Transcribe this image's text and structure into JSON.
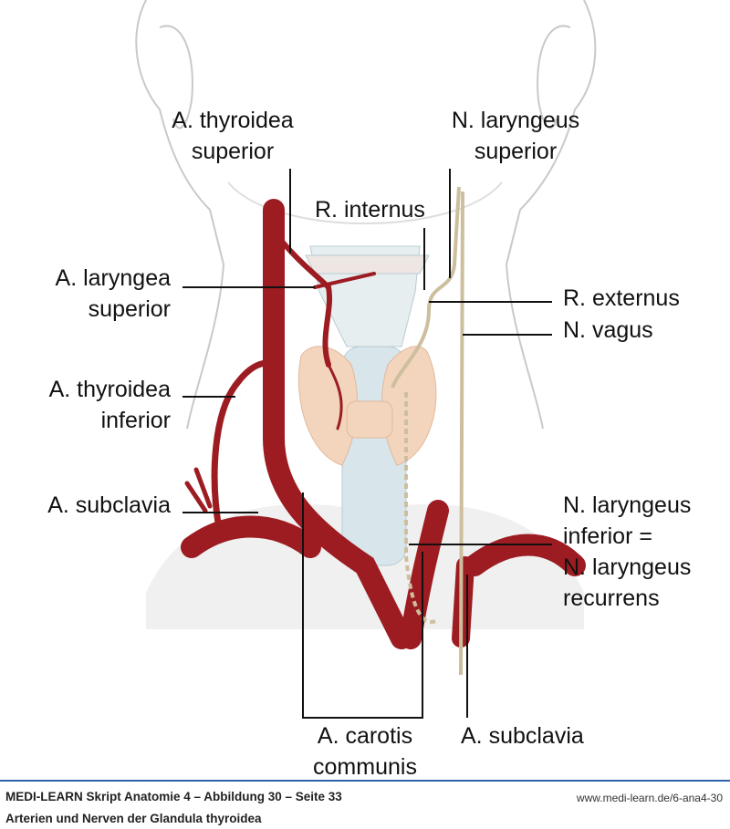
{
  "labels": {
    "a_thyroidea_superior": [
      "A. thyroidea",
      "superior"
    ],
    "n_laryngeus_superior": [
      "N. laryngeus",
      "superior"
    ],
    "r_internus": "R. internus",
    "a_laryngea_superior": [
      "A. laryngea",
      "superior"
    ],
    "r_externus": "R. externus",
    "n_vagus": "N. vagus",
    "a_thyroidea_inferior": [
      "A. thyroidea",
      "inferior"
    ],
    "a_subclavia_left": "A. subclavia",
    "n_laryngeus_inferior": [
      "N. laryngeus",
      "inferior =",
      "N. laryngeus",
      "recurrens"
    ],
    "a_carotis_communis": [
      "A. carotis",
      "communis"
    ],
    "a_subclavia_right": "A. subclavia"
  },
  "footer": {
    "source": "MEDI-LEARN Skript Anatomie 4 – Abbildung 30 – Seite 33",
    "caption": "Arterien und Nerven der Glandula thyroidea",
    "url": "www.medi-learn.de/6-ana4-30"
  },
  "colors": {
    "artery": "#9c1c21",
    "nerve": "#e8dcc0",
    "thyroid": "#f3d5bd",
    "trachea": "#d5e4ea",
    "rule": "#2d63a8"
  }
}
